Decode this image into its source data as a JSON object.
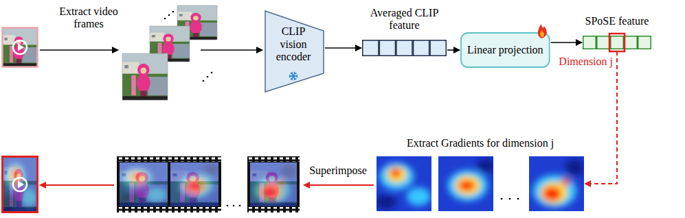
{
  "diagram": {
    "nodes": [
      {
        "text": [
          "CLIP vision encoder"
        ]
      },
      {
        "text": [
          "Averaged CLIP feature"
        ]
      },
      {
        "text": [
          "Linear projection"
        ]
      },
      {
        "text": [
          "SPoSE feature"
        ]
      },
      {
        "text": [
          "Extract Gradients for dimension j"
        ]
      }
    ],
    "edges": [
      {
        "from": 0,
        "to": 1,
        "arrow": "to"
      },
      {
        "from": 1,
        "to": 2,
        "arrow": "to"
      },
      {
        "from": 2,
        "to": 3,
        "arrow": "to"
      },
      {
        "from": 3,
        "to": 4,
        "arrow": "to",
        "label": "Dimension j"
      }
    ],
    "labels": [
      "Extract video frames",
      "Superimpose"
    ]
  }
}
